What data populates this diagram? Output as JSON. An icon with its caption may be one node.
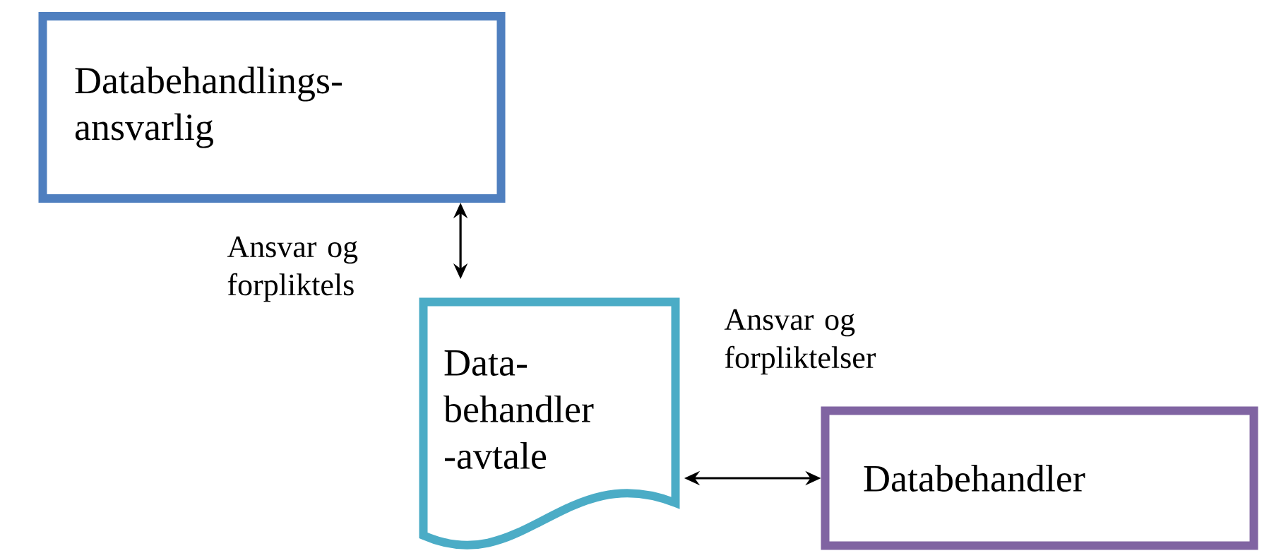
{
  "diagram": {
    "nodes": [
      {
        "text": [
          "Databehandlings- ansvarlig"
        ]
      },
      {
        "text": [
          "Data- behandler -avtale"
        ]
      },
      {
        "text": [
          "Databehandler"
        ]
      }
    ],
    "edges": [
      {
        "from": 0,
        "to": 1,
        "arrow": "both",
        "label": "Ansvar og forpliktels"
      },
      {
        "from": 1,
        "to": 2,
        "arrow": "both",
        "label": "Ansvar og forpliktelser"
      }
    ]
  }
}
